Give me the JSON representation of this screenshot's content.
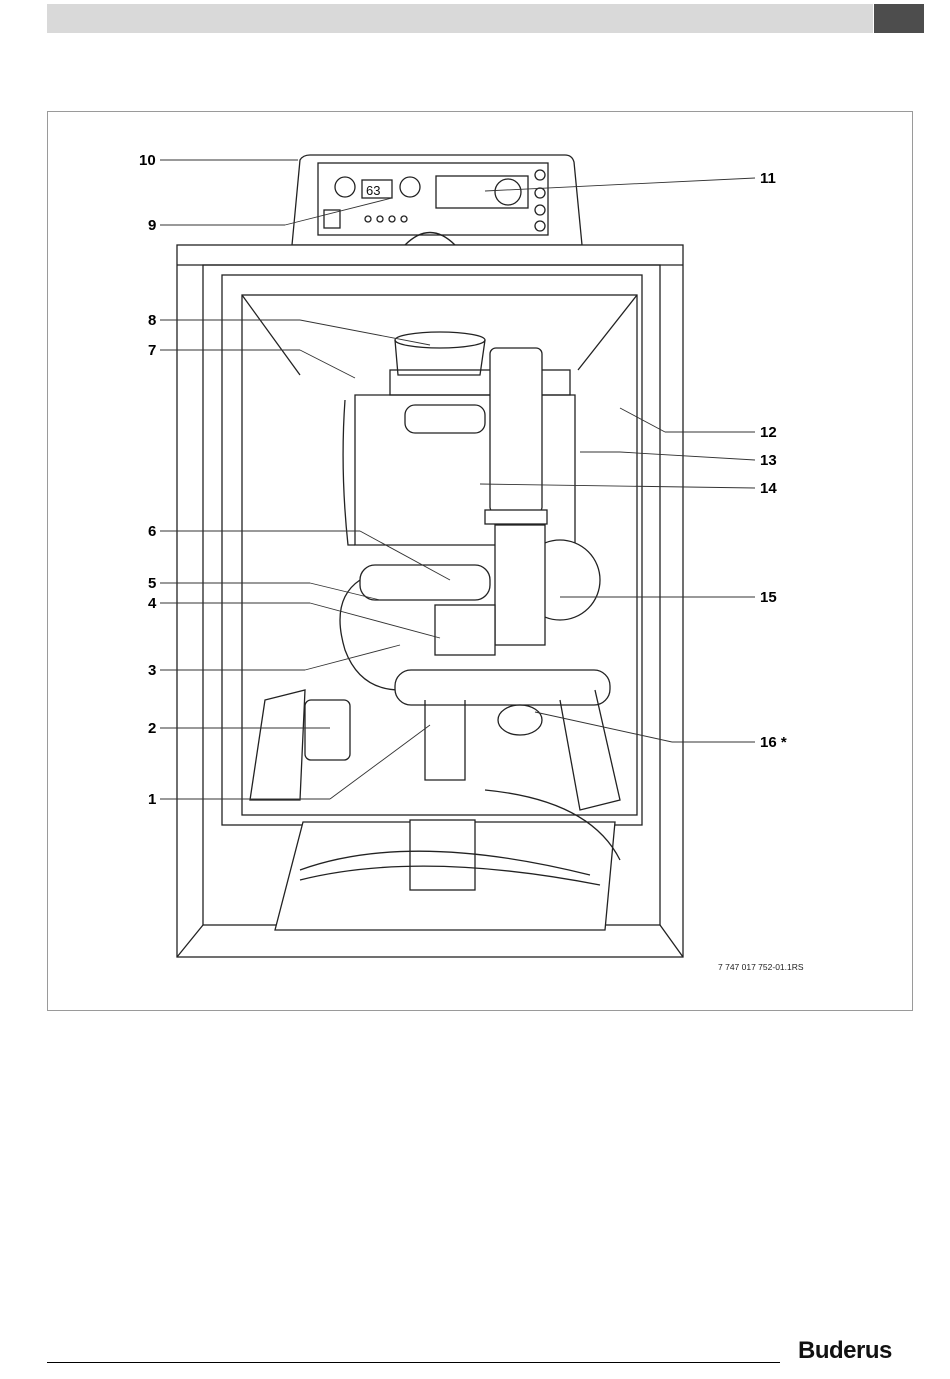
{
  "header": {
    "bar_color": "#d9d9d9",
    "tab_color": "#4d4d4d"
  },
  "figure": {
    "display_value": "63",
    "code": "7 747 017 752-01.1RS",
    "callouts": {
      "c1": "1",
      "c2": "2",
      "c3": "3",
      "c4": "4",
      "c5": "5",
      "c6": "6",
      "c7": "7",
      "c8": "8",
      "c9": "9",
      "c10": "10",
      "c11": "11",
      "c12": "12",
      "c13": "13",
      "c14": "14",
      "c15": "15",
      "c16": "16 *"
    }
  },
  "footer": {
    "brand": "Buderus"
  }
}
